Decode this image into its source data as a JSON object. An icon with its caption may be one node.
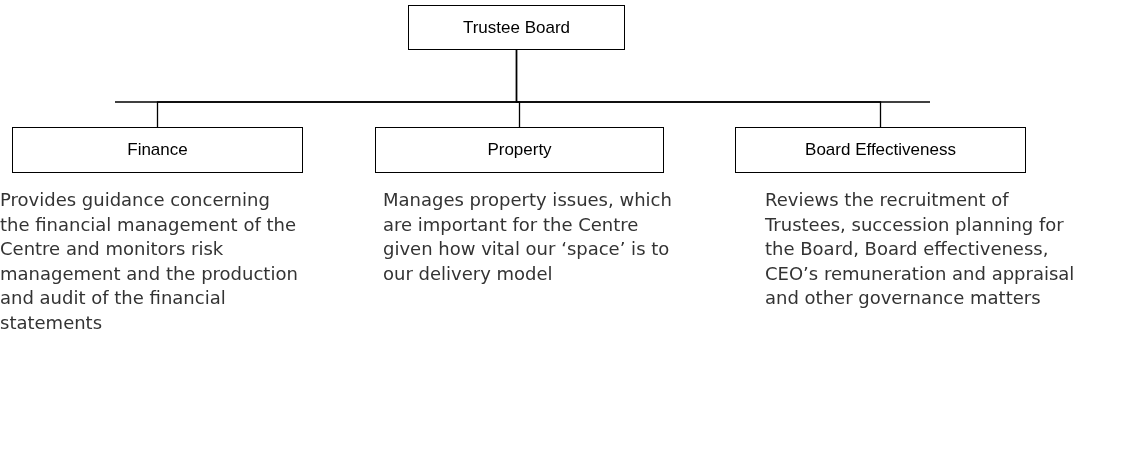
{
  "diagram": {
    "nodes": [
      {
        "text": [
          "Trustee Board"
        ]
      },
      {
        "text": [
          "Finance"
        ],
        "beside": [
          "Provides guidance concerning the financial management of the Centre and monitors risk management and the production and audit of the financial statements"
        ]
      },
      {
        "text": [
          "Property"
        ],
        "beside": [
          "Manages property issues, which are important for the Centre given how vital our ‘space’ is to our delivery model"
        ]
      },
      {
        "text": [
          "Board Effectiveness"
        ],
        "beside": [
          "Reviews the recruitment of Trustees, succession planning for the Board, Board effectiveness, CEO’s remuneration and appraisal and other governance matters"
        ]
      }
    ],
    "edges": [
      {
        "from": 0,
        "to": 1,
        "arrow": "none"
      },
      {
        "from": 0,
        "to": 2,
        "arrow": "none"
      },
      {
        "from": 0,
        "to": 3,
        "arrow": "none"
      }
    ]
  }
}
